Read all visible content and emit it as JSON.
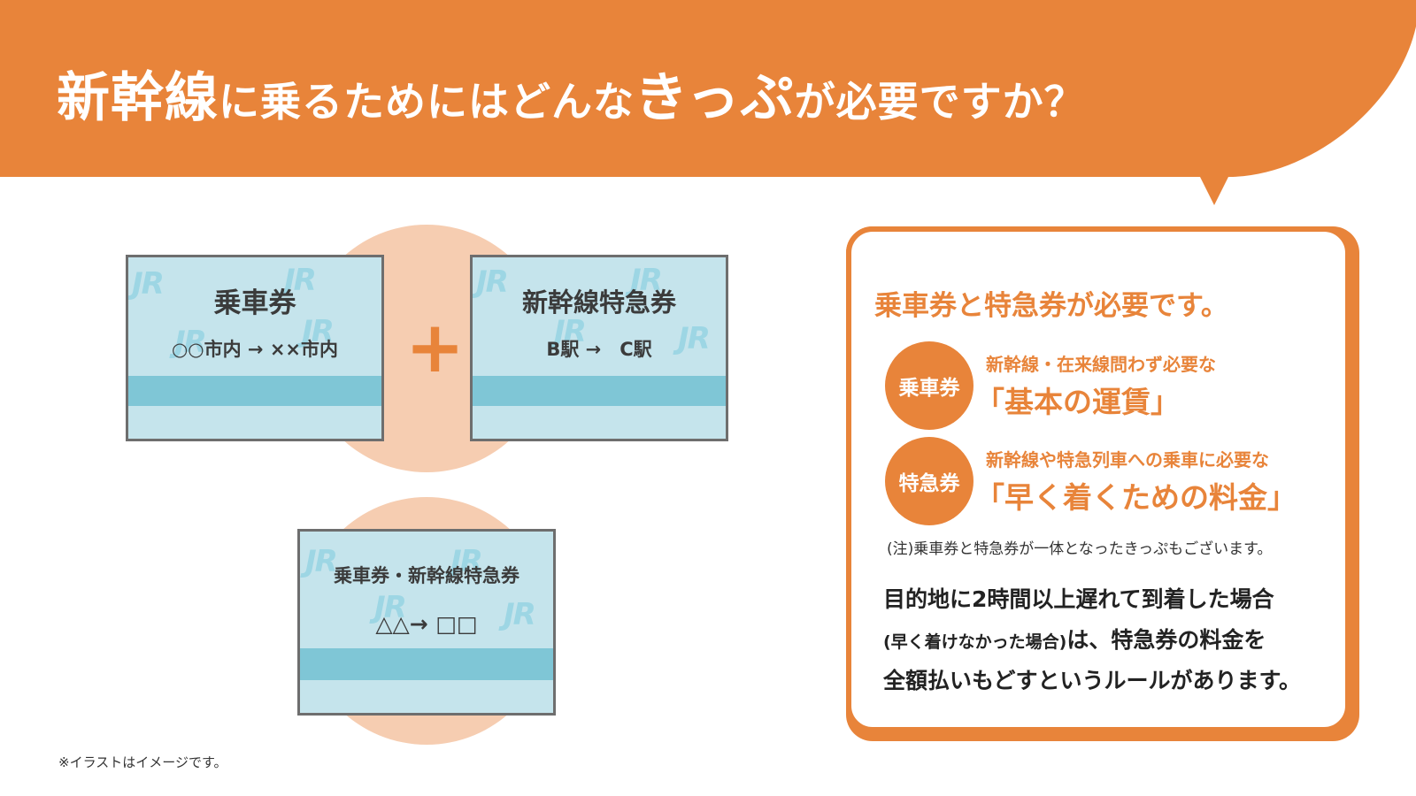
{
  "header": {
    "title_part1": "新幹線",
    "title_part2": "に乗るためにはどんな",
    "title_part3": "きっぷ",
    "title_part4": "が必要ですか？",
    "color": "#e8843a"
  },
  "tickets": {
    "watermark": "JR",
    "ticket1": {
      "title": "乗車券",
      "route": "○○市内 → ××市内"
    },
    "plus": "+",
    "ticket2": {
      "title": "新幹線特急券",
      "route": "B駅 →　C駅"
    },
    "ticket3": {
      "title": "乗車券・新幹線特急券",
      "route": "△△→ □□"
    }
  },
  "footnote": "※イラストはイメージです。",
  "panel": {
    "heading": "乗車券と特急券が必要です。",
    "items": [
      {
        "badge": "乗車券",
        "desc": "新幹線・在来線問わず必要な",
        "highlight": "「基本の運賃」"
      },
      {
        "badge": "特急券",
        "desc": "新幹線や特急列車への乗車に必要な",
        "highlight": "「早く着くための料金」"
      }
    ],
    "note": "(注)乗車券と特急券が一体となったきっぷもございます。",
    "rule_line1": "目的地に2時間以上遅れて到着した場合",
    "rule_line2_small": "(早く着けなかった場合)",
    "rule_line2_rest": "は、特急券の料金を",
    "rule_line3": "全額払いもどすというルールがあります。"
  },
  "colors": {
    "accent": "#e8843a",
    "ticket_bg": "#c5e4ec",
    "ticket_band": "#7fc6d6",
    "circle": "#f6cdb1"
  }
}
